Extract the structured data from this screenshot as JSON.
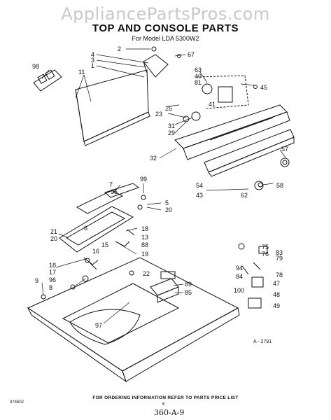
{
  "watermark": "AppliancePartsPros.com",
  "title": "TOP AND CONSOLE PARTS",
  "subtitle": "For Model LDA 5300W2",
  "diagram_ref": "A - 2791",
  "footer": "FOR ORDERING INFORMATION REFER TO PARTS PRICE LIST",
  "doc_code": "374502",
  "page_number": "6",
  "handwritten": "360-A-9",
  "part_labels": {
    "p98": "98",
    "p2": "2",
    "p4": "4",
    "p3": "3",
    "p1": "1",
    "p67": "67",
    "p11": "11",
    "p63": "63",
    "p40": "40",
    "p81": "81",
    "p45": "45",
    "p41": "41",
    "p25": "25",
    "p23": "23",
    "p31": "31",
    "p29": "29",
    "p32": "32",
    "p57": "57",
    "p54": "54",
    "p43": "43",
    "p62": "62",
    "p58": "58",
    "p7": "7",
    "p99": "99",
    "p95": "95",
    "p5": "5",
    "p20a": "20",
    "p6": "6",
    "p21": "21",
    "p20b": "20",
    "p18a": "18",
    "p13": "13",
    "p88": "88",
    "p15": "15",
    "p16": "16",
    "p19": "19",
    "p18b": "18",
    "p17": "17",
    "p22": "22",
    "p9": "9",
    "p96": "96",
    "p8": "8",
    "p89": "89",
    "p85": "85",
    "p97": "97",
    "p75": "75",
    "p83": "83",
    "p76": "76",
    "p79": "79",
    "p94": "94",
    "p78": "78",
    "p84": "84",
    "p47": "47",
    "p100": "100",
    "p48": "48",
    "p49": "49"
  }
}
